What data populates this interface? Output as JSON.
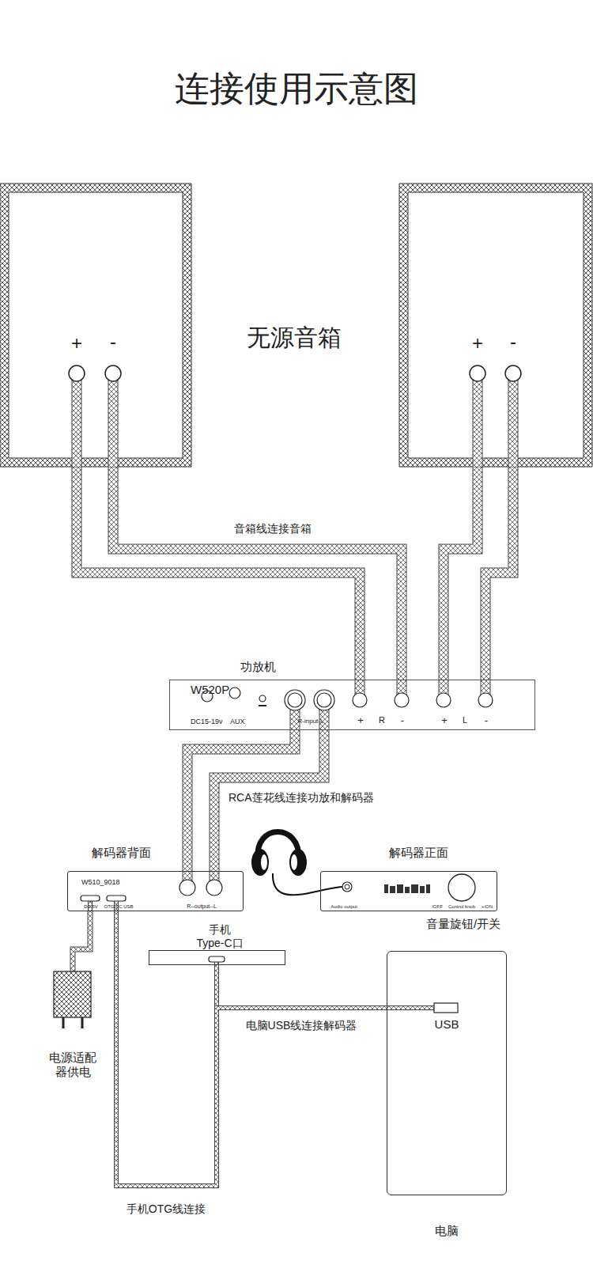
{
  "diagram": {
    "title": "连接使用示意图",
    "nodes": [
      {
        "text": [
          "+",
          "-"
        ]
      },
      {
        "text": [
          "+",
          "-"
        ]
      },
      {
        "text": [
          "功放机",
          "W520P",
          "DC15-19v",
          "AUX",
          "R-input-L",
          "+",
          "R",
          "-",
          "+",
          "L",
          "-"
        ]
      },
      {
        "text": [
          "解码器背面",
          "W510_9018",
          "DC 5V",
          "OTG/PC USB",
          "R--output--L"
        ]
      },
      {
        "text": [
          "解码器正面",
          "Audio output",
          "/OFF",
          "Control knob",
          "+/ON"
        ]
      },
      {
        "text": [
          "手机",
          "Type-C口"
        ]
      },
      {
        "text": [
          "USB",
          "电脑"
        ]
      },
      {
        "text": [
          "电源适配器供电"
        ]
      }
    ],
    "edges": [
      {
        "from": 0,
        "to": 2,
        "arrow": "none",
        "label": "音箱线连接音箱"
      },
      {
        "from": 0,
        "to": 2,
        "arrow": "none"
      },
      {
        "from": 1,
        "to": 2,
        "arrow": "none"
      },
      {
        "from": 1,
        "to": 2,
        "arrow": "none"
      },
      {
        "from": 2,
        "to": 3,
        "arrow": "none",
        "label": "RCA莲花线连接功放和解码器"
      },
      {
        "from": 2,
        "to": 3,
        "arrow": "none"
      },
      {
        "from": 7,
        "to": 3,
        "arrow": "none"
      },
      {
        "from": 3,
        "to": 5,
        "arrow": "none",
        "label": "手机OTG线连接"
      },
      {
        "from": 6,
        "to": 3,
        "arrow": "none",
        "label": "电脑USB线连接解码器"
      }
    ],
    "labels": [
      "无源音箱",
      "音量旋钮/开关"
    ]
  }
}
